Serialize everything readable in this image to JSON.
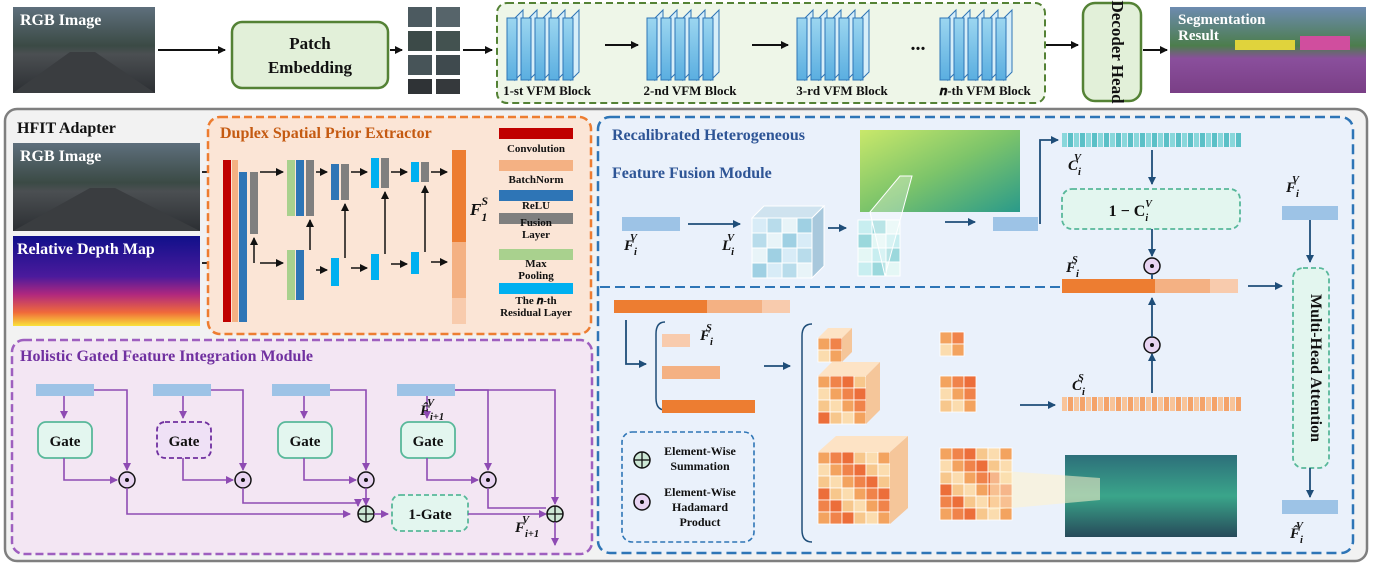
{
  "pipeline": {
    "rgb_image_label": "RGB Image",
    "patch_embedding": [
      "Patch",
      "Embedding"
    ],
    "vfm_blocks": [
      "1-st VFM Block",
      "2-nd VFM Block",
      "3-rd VFM Block",
      "𝒏-th VFM Block"
    ],
    "ellipsis": "...",
    "decoder_head": "Decoder Head",
    "segmentation_result": [
      "Segmentation",
      "Result"
    ]
  },
  "hfit": {
    "title": "HFIT Adapter",
    "rgb_image_label": "RGB Image",
    "depth_label": "Relative Depth Map"
  },
  "dspe": {
    "title": "Duplex Spatial Prior Extractor",
    "output_symbol": "F",
    "output_sub": "1",
    "output_sup": "S",
    "legend": [
      {
        "label": "Convolution",
        "color": "#c00000"
      },
      {
        "label": "BatchNorm",
        "color": "#f4b183"
      },
      {
        "label": "ReLU",
        "color": "#2e75b6"
      },
      {
        "label": "Fusion Layer",
        "color": "#7f7f7f"
      },
      {
        "label": "Max Pooling",
        "color": "#a9d18e"
      },
      {
        "label": "The 𝒏-th Residual Layer",
        "color": "#00b0f0"
      }
    ]
  },
  "hgfim": {
    "title": "Holistic Gated Feature Integration Module",
    "gate_label": "Gate",
    "one_minus_gate": "1-Gate",
    "f_hat_next": {
      "base": "F̂",
      "sup": "V",
      "sub": "i+1"
    },
    "f_next": {
      "base": "F",
      "sup": "V",
      "sub": "i+1"
    }
  },
  "rhffm": {
    "title_line1": "Recalibrated Heterogeneous",
    "title_line2": "Feature Fusion Module",
    "f_v": {
      "base": "F",
      "sup": "V",
      "sub": "i"
    },
    "l_v": {
      "base": "L",
      "sup": "V",
      "sub": "i"
    },
    "c_v": {
      "base": "C",
      "sup": "V",
      "sub": "i"
    },
    "one_minus_cv": "1 − C",
    "f_s": {
      "base": "F",
      "sup": "S",
      "sub": "i"
    },
    "c_s": {
      "base": "C",
      "sup": "S",
      "sub": "i"
    },
    "f_v_right": {
      "base": "F",
      "sup": "V",
      "sub": "i"
    },
    "f_hat_out": {
      "base": "F̂",
      "sup": "V",
      "sub": "i"
    },
    "mha_label": "Multi-Head Attention",
    "legend_sum": [
      "Element-Wise",
      "Summation"
    ],
    "legend_prod": [
      "Element-Wise",
      "Hadamard",
      "Product"
    ]
  },
  "colors": {
    "green_box": "#e2f0d9",
    "green_border": "#548235",
    "orange_border": "#ed7d31",
    "purple_border": "#9e5fbf",
    "blue_border": "#2e75b6",
    "grey_border": "#808080",
    "teal_fill": "#e3f6ef",
    "teal_border": "#58b89a"
  }
}
